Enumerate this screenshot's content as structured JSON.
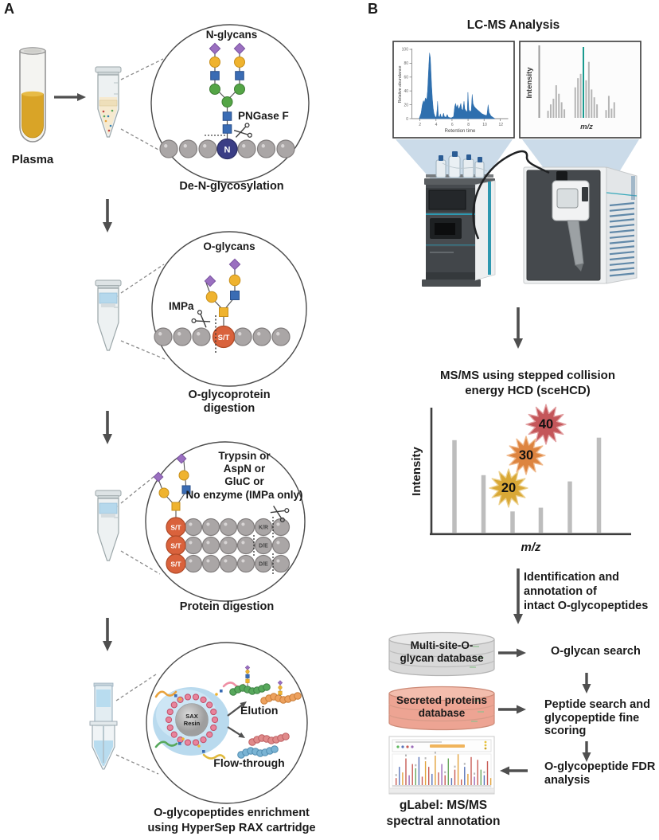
{
  "figure": {
    "panel_a_label": "A",
    "panel_b_label": "B"
  },
  "panel_a": {
    "plasma_label": "Plasma",
    "stage1": {
      "title": "N-glycans",
      "enzyme": "PNGase F",
      "residue": "N",
      "caption": "De-N-glycosylation"
    },
    "stage2": {
      "title": "O-glycans",
      "enzyme": "IMPa",
      "residue": "S/T",
      "caption_line1": "O-glycoprotein",
      "caption_line2": "digestion"
    },
    "stage3": {
      "enzymes": [
        "Trypsin or",
        "AspN or",
        "GluC or",
        "No enzyme (IMPa only)"
      ],
      "residues": [
        "S/T",
        "S/T",
        "S/T"
      ],
      "cleavage_sites": [
        "K/R",
        "D/E",
        "D/E"
      ],
      "caption": "Protein digestion"
    },
    "stage4": {
      "resin_label_line1": "SAX",
      "resin_label_line2": "Resin",
      "elution_label": "Elution",
      "flowthrough_label": "Flow-through",
      "caption_line1": "O-glycopeptides enrichment",
      "caption_line2": "using HyperSep RAX cartridge"
    }
  },
  "panel_b": {
    "title": "LC-MS Analysis",
    "msms_title_line1": "MS/MS using stepped collision",
    "msms_title_line2": "energy HCD (sceHCD)",
    "id_annotation_line1": "Identification and",
    "id_annotation_line2": "annotation of",
    "id_annotation_line3": "intact O-glycopeptides",
    "glycan_db_line1": "Multi-site-O-",
    "glycan_db_line2": "glycan database",
    "oglycan_search": "O-glycan search",
    "protein_db_line1": "Secreted proteins",
    "protein_db_line2": "database",
    "peptide_search_line1": "Peptide search and",
    "peptide_search_line2": "glycopeptide fine",
    "peptide_search_line3": "scoring",
    "fdr_line1": "O-glycopeptide FDR",
    "fdr_line2": "analysis",
    "glabel_caption_line1": "gLabel: MS/MS",
    "glabel_caption_line2": "spectral annotation"
  },
  "chart_data": [
    {
      "type": "area",
      "name": "total_ion_chromatogram",
      "xlabel": "Retention time",
      "ylabel": "Relative abundance",
      "xticks": [
        2,
        4,
        6,
        8,
        10,
        12
      ],
      "yticks": [
        0,
        20,
        40,
        60,
        80,
        100
      ],
      "xlim": [
        1,
        13
      ],
      "ylim": [
        0,
        100
      ],
      "grid": false,
      "fill_color": "#2e6fae",
      "points": [
        [
          1.9,
          0
        ],
        [
          2.15,
          8
        ],
        [
          2.3,
          20
        ],
        [
          2.45,
          26
        ],
        [
          2.55,
          23
        ],
        [
          2.7,
          30
        ],
        [
          2.85,
          27
        ],
        [
          2.95,
          40
        ],
        [
          3.1,
          75
        ],
        [
          3.2,
          95
        ],
        [
          3.3,
          88
        ],
        [
          3.45,
          50
        ],
        [
          3.55,
          30
        ],
        [
          3.65,
          16
        ],
        [
          3.75,
          8
        ],
        [
          3.9,
          3
        ],
        [
          4.05,
          2
        ],
        [
          4.15,
          14
        ],
        [
          4.2,
          25
        ],
        [
          4.3,
          4
        ],
        [
          4.45,
          2
        ],
        [
          4.55,
          7
        ],
        [
          4.65,
          3
        ],
        [
          4.8,
          2
        ],
        [
          4.95,
          8
        ],
        [
          5.05,
          3
        ],
        [
          5.25,
          2
        ],
        [
          5.4,
          6
        ],
        [
          5.55,
          2
        ],
        [
          5.9,
          1
        ],
        [
          6.2,
          3
        ],
        [
          6.35,
          18
        ],
        [
          6.45,
          22
        ],
        [
          6.55,
          16
        ],
        [
          6.7,
          20
        ],
        [
          6.8,
          14
        ],
        [
          6.95,
          16
        ],
        [
          7.1,
          22
        ],
        [
          7.2,
          14
        ],
        [
          7.35,
          12
        ],
        [
          7.5,
          25
        ],
        [
          7.6,
          14
        ],
        [
          7.75,
          11
        ],
        [
          7.9,
          10
        ],
        [
          7.98,
          38
        ],
        [
          8.1,
          13
        ],
        [
          8.25,
          10
        ],
        [
          8.4,
          12
        ],
        [
          8.52,
          35
        ],
        [
          8.62,
          22
        ],
        [
          8.75,
          18
        ],
        [
          8.95,
          15
        ],
        [
          9.15,
          13
        ],
        [
          9.35,
          11
        ],
        [
          9.55,
          9
        ],
        [
          9.75,
          7
        ],
        [
          9.95,
          6
        ],
        [
          10.15,
          5
        ],
        [
          10.35,
          5
        ],
        [
          10.5,
          20
        ],
        [
          10.62,
          9
        ],
        [
          10.85,
          4
        ],
        [
          11.1,
          2
        ],
        [
          11.35,
          0
        ]
      ]
    },
    {
      "type": "bar",
      "name": "ms1_spectrum",
      "xlabel": "m/z",
      "ylabel": "Intensity",
      "bar_color": "#b5b5b5",
      "highlight_color": "#199a8e",
      "bars": [
        [
          0.04,
          0.1,
          0
        ],
        [
          0.07,
          0.19,
          0
        ],
        [
          0.1,
          0.27,
          0
        ],
        [
          0.13,
          0.46,
          0
        ],
        [
          0.16,
          0.34,
          0
        ],
        [
          0.19,
          0.22,
          0
        ],
        [
          0.22,
          0.12,
          0
        ],
        [
          0.34,
          0.43,
          0
        ],
        [
          0.37,
          0.56,
          0
        ],
        [
          0.4,
          0.62,
          0
        ],
        [
          0.43,
          1.0,
          1
        ],
        [
          0.46,
          0.53,
          0
        ],
        [
          0.49,
          0.79,
          0
        ],
        [
          0.52,
          0.4,
          0
        ],
        [
          0.55,
          0.29,
          0
        ],
        [
          0.58,
          0.19,
          0
        ],
        [
          0.68,
          0.11,
          0
        ],
        [
          0.71,
          0.31,
          0
        ],
        [
          0.74,
          0.13,
          0
        ],
        [
          0.77,
          0.22,
          0
        ]
      ]
    },
    {
      "type": "bar",
      "name": "msms_scehcd_spectrum",
      "xlabel": "m/z",
      "ylabel": "Intensity",
      "bar_color": "#bdbdbd",
      "collision_energies": [
        20,
        30,
        40
      ],
      "values": [
        0.74,
        0.46,
        0.17,
        0.2,
        0.41,
        0.76
      ]
    }
  ],
  "colors": {
    "sialic_acid_purple": "#9a6fc0",
    "galactose_yellow": "#efb32f",
    "hexnac_blue": "#3a6cb4",
    "mannose_green": "#54a546",
    "st_site_orange": "#d9623c",
    "n_site_navy": "#3a3d85",
    "chromatogram_blue": "#2e6fae",
    "highlight_teal": "#199a8e",
    "energy_20": "#d9a836",
    "energy_30": "#dd8440",
    "energy_40": "#c4565a",
    "glycan_db_gray": "#d9d9d9",
    "protein_db_salmon": "#eda493",
    "funnel_blue": "#cbdbe9"
  }
}
